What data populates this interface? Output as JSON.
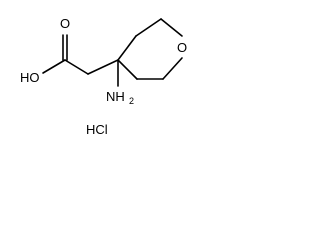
{
  "molecule": {
    "atoms": {
      "hydroxyl": "HO",
      "carbonyl_oxygen": "O",
      "ring_oxygen": "O",
      "amino": "NH",
      "amino_subscript": "2"
    },
    "salt": "HCl"
  },
  "colors": {
    "bond": "#000000",
    "text": "#000000",
    "background": "#ffffff"
  }
}
